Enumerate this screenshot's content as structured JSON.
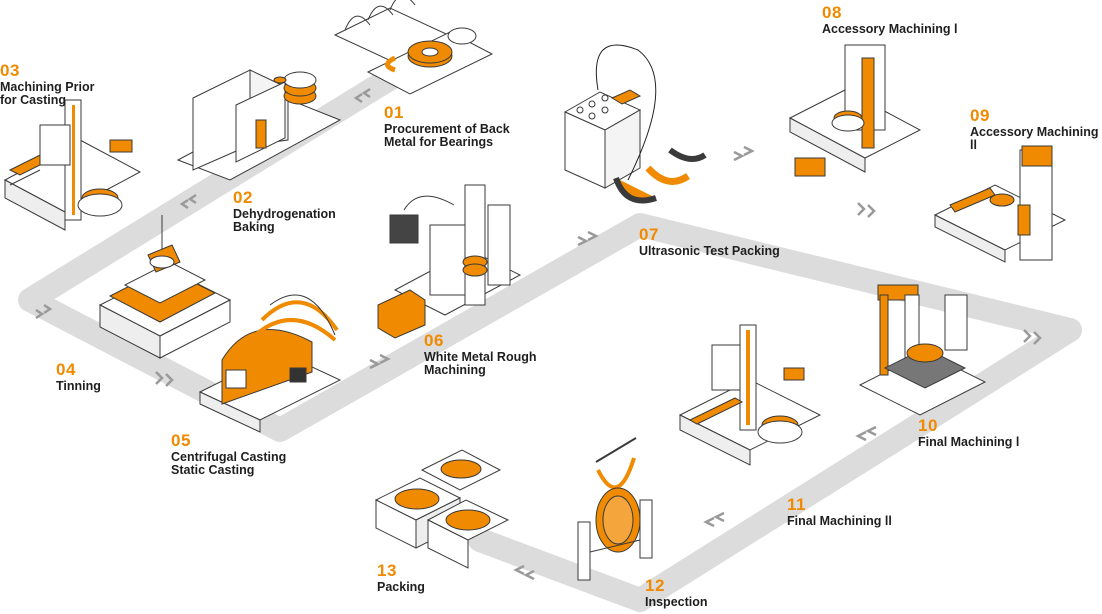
{
  "colors": {
    "accent": "#f08a00",
    "path": "#dcdcdc",
    "chevron": "#9a9a9a",
    "outline": "#3a3a3a",
    "text": "#1f1f1f"
  },
  "steps": [
    {
      "num": "01",
      "label": "Procurement of Back\nMetal for Bearings"
    },
    {
      "num": "02",
      "label": "Dehydrogenation\nBaking"
    },
    {
      "num": "03",
      "label": "Machining Prior\nfor Casting"
    },
    {
      "num": "04",
      "label": "Tinning"
    },
    {
      "num": "05",
      "label": "Centrifugal Casting\nStatic Casting"
    },
    {
      "num": "06",
      "label": "White Metal Rough\nMachining"
    },
    {
      "num": "07",
      "label": "Ultrasonic Test Packing"
    },
    {
      "num": "08",
      "label": "Accessory Machining l"
    },
    {
      "num": "09",
      "label": "Accessory Machining ll"
    },
    {
      "num": "10",
      "label": "Final Machining l"
    },
    {
      "num": "11",
      "label": "Final Machining ll"
    },
    {
      "num": "12",
      "label": "Inspection"
    },
    {
      "num": "13",
      "label": "Packing"
    }
  ]
}
